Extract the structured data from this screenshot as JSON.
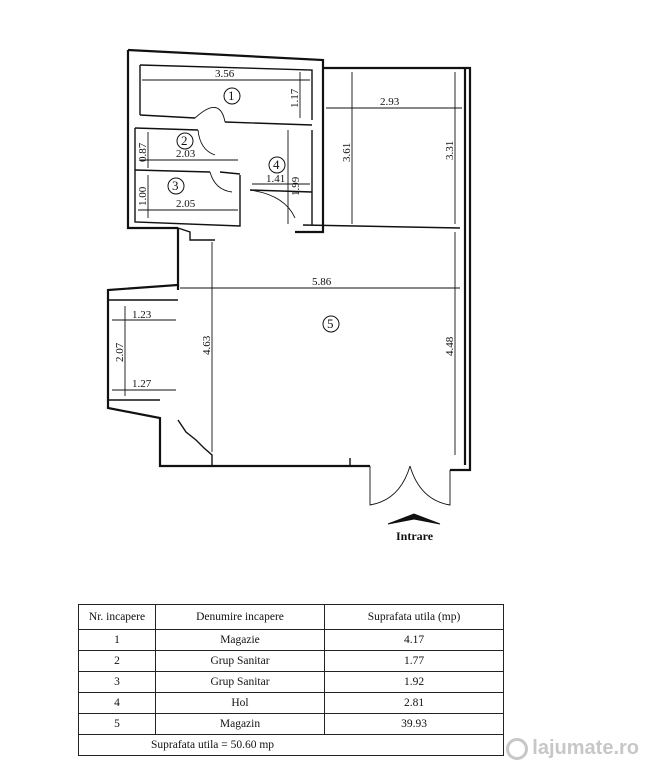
{
  "plan": {
    "dimensions": {
      "d_356": "3.56",
      "d_117": "1.17",
      "d_293": "2.93",
      "d_361": "3.61",
      "d_331": "3.31",
      "d_087": "0.87",
      "d_203": "2.03",
      "d_141": "1.41",
      "d_199": "1.99",
      "d_100": "1.00",
      "d_205": "2.05",
      "d_586": "5.86",
      "d_123": "1.23",
      "d_463": "4.63",
      "d_448": "4.48",
      "d_207": "2.07",
      "d_127": "1.27"
    },
    "rooms": {
      "r1": "1",
      "r2": "2",
      "r3": "3",
      "r4": "4",
      "r5": "5"
    },
    "entrance_label": "Intrare"
  },
  "table": {
    "headers": {
      "nr": "Nr. incapere",
      "name": "Denumire incapere",
      "area": "Suprafata utila (mp)"
    },
    "rows": [
      {
        "nr": "1",
        "name": "Magazie",
        "area": "4.17"
      },
      {
        "nr": "2",
        "name": "Grup Sanitar",
        "area": "1.77"
      },
      {
        "nr": "3",
        "name": "Grup Sanitar",
        "area": "1.92"
      },
      {
        "nr": "4",
        "name": "Hol",
        "area": "2.81"
      },
      {
        "nr": "5",
        "name": "Magazin",
        "area": "39.93"
      }
    ],
    "total": "Suprafata utila = 50.60 mp"
  },
  "watermark": "lajumate.ro"
}
